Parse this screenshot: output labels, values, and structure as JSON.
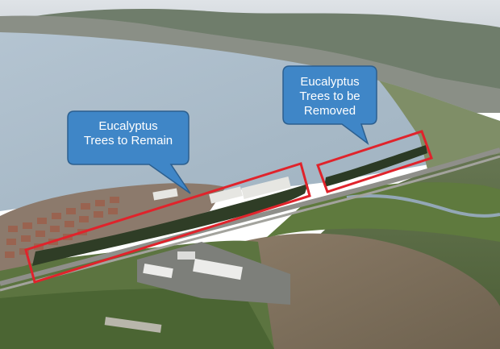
{
  "callouts": {
    "remain": {
      "lines": [
        "Eucalyptus",
        "Trees to Remain"
      ]
    },
    "removed": {
      "lines": [
        "Eucalyptus",
        "Trees to be",
        "Removed"
      ]
    }
  },
  "colors": {
    "callout_fill": "#3f86c7",
    "callout_border": "#2c5f8f",
    "highlight_box": "#e0232b",
    "water": "#a9bccb",
    "vegetation": "#4f6b3a",
    "sky_haze": "#d9dde2"
  }
}
